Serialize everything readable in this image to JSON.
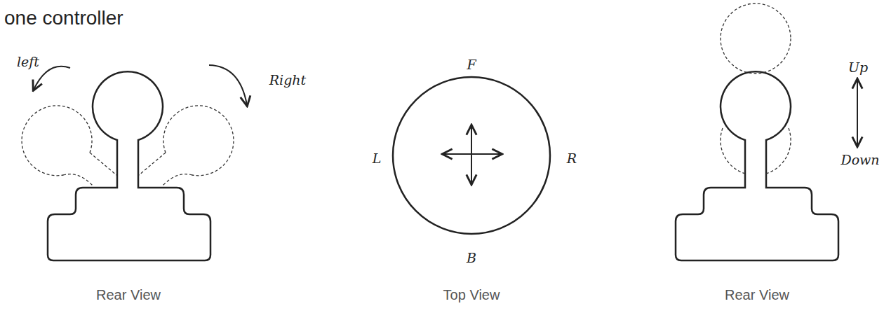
{
  "diagram": {
    "title": "one controller",
    "labels": [
      "left",
      "Right",
      "F",
      "L",
      "R",
      "B",
      "Up",
      "Down",
      "Rear View",
      "Top View",
      "Rear View"
    ]
  }
}
